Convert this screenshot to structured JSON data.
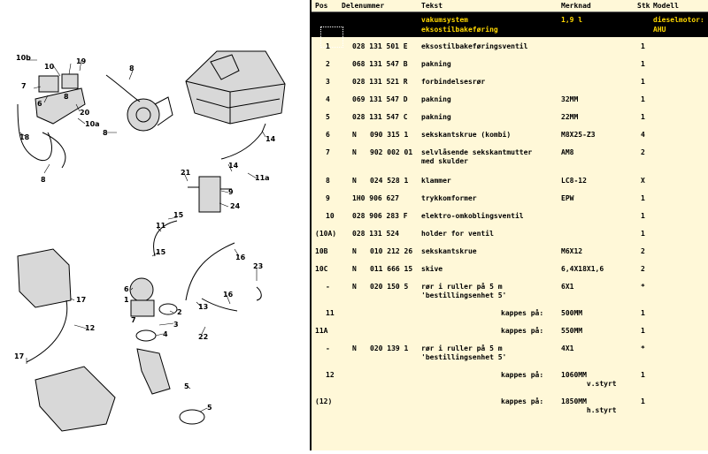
{
  "headers": {
    "pos": "Pos",
    "delenummer": "Delenummer",
    "tekst": "Tekst",
    "merknad": "Merknad",
    "stk": "Stk",
    "modell": "Modell"
  },
  "group": {
    "tekst_line1": "vakumsystem",
    "tekst_line2": "eksostilbakeføring",
    "merknad": "1,9 l",
    "modell_line1": "dieselmotor:",
    "modell_line2": "AHU"
  },
  "rows": [
    {
      "pos": "1",
      "n": "",
      "num": "028 131 501 E",
      "tekst": "eksostilbakeføringsventil",
      "merknad": "",
      "stk": "1"
    },
    {
      "pos": "2",
      "n": "",
      "num": "068 131 547 B",
      "tekst": "pakning",
      "merknad": "",
      "stk": "1"
    },
    {
      "pos": "3",
      "n": "",
      "num": "028 131 521 R",
      "tekst": "forbindelsesrør",
      "merknad": "",
      "stk": "1"
    },
    {
      "pos": "4",
      "n": "",
      "num": "069 131 547 D",
      "tekst": "pakning",
      "merknad": "32MM",
      "stk": "1"
    },
    {
      "pos": "5",
      "n": "",
      "num": "028 131 547 C",
      "tekst": "pakning",
      "merknad": "22MM",
      "stk": "1"
    },
    {
      "pos": "6",
      "n": "N",
      "num": "090 315 1",
      "tekst": "sekskantskrue (kombi)",
      "merknad": "M8X25-Z3",
      "stk": "4"
    },
    {
      "pos": "7",
      "n": "N",
      "num": "902 002 01",
      "tekst": "selvlåsende sekskantmutter\nmed skulder",
      "merknad": "AM8",
      "stk": "2"
    },
    {
      "pos": "8",
      "n": "N",
      "num": "024 528 1",
      "tekst": "klammer",
      "merknad": "LC8-12",
      "stk": "X"
    },
    {
      "pos": "9",
      "n": "",
      "num": "1H0 906 627",
      "tekst": "trykkomformer",
      "merknad": "EPW",
      "stk": "1"
    },
    {
      "pos": "10",
      "n": "",
      "num": "028 906 283 F",
      "tekst": "elektro-omkoblingsventil",
      "merknad": "",
      "stk": "1"
    },
    {
      "pos": "(10A)",
      "n": "",
      "num": "028 131 524",
      "tekst": "holder for ventil",
      "merknad": "",
      "stk": "1"
    },
    {
      "pos": "10B",
      "n": "N",
      "num": "010 212 26",
      "tekst": "sekskantskrue",
      "merknad": "M6X12",
      "stk": "2"
    },
    {
      "pos": "10C",
      "n": "N",
      "num": "011 666 15",
      "tekst": "skive",
      "merknad": "6,4X18X1,6",
      "stk": "2"
    },
    {
      "pos": "-",
      "n": "N",
      "num": "020 150 5",
      "tekst": "rør i ruller på 5 m\n'bestillingsenhet 5'",
      "merknad": "6X1",
      "stk": "*"
    },
    {
      "pos": "11",
      "n": "",
      "num": "",
      "tekst": "kappes på:",
      "merknad": "500MM",
      "stk": "1"
    },
    {
      "pos": "11A",
      "n": "",
      "num": "",
      "tekst": "kappes på:",
      "merknad": "550MM",
      "stk": "1"
    },
    {
      "pos": "-",
      "n": "N",
      "num": "020 139 1",
      "tekst": "rør i ruller på 5 m\n'bestillingsenhet 5'",
      "merknad": "4X1",
      "stk": "*"
    },
    {
      "pos": "12",
      "n": "",
      "num": "",
      "tekst": "kappes på:",
      "merknad": "1060MM\n      v.styrt",
      "stk": "1"
    },
    {
      "pos": "(12)",
      "n": "",
      "num": "",
      "tekst": "kappes på:",
      "merknad": "1850MM\n      h.styrt",
      "stk": "1"
    }
  ],
  "diagram_labels": [
    "10b",
    "10",
    "19",
    "8",
    "7",
    "6",
    "8",
    "20",
    "10a",
    "18",
    "8",
    "8",
    "14",
    "21",
    "9",
    "14",
    "11a",
    "24",
    "15",
    "11",
    "15",
    "16",
    "6",
    "1",
    "2",
    "3",
    "4",
    "23",
    "16",
    "13",
    "7",
    "22",
    "17",
    "12",
    "17",
    "5",
    "5"
  ]
}
